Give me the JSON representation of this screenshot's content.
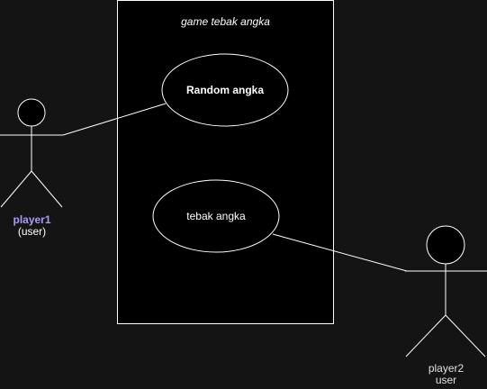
{
  "system": {
    "title": "game tebak angka"
  },
  "use_cases": [
    {
      "id": "random-angka",
      "label": "Random angka"
    },
    {
      "id": "tebak-angka",
      "label": "tebak angka"
    }
  ],
  "actors": [
    {
      "id": "player1",
      "name": "player1",
      "role": "(user)"
    },
    {
      "id": "player2",
      "name": "player2",
      "role": "user"
    }
  ],
  "colors": {
    "background": "#141414",
    "stroke": "#ffffff",
    "system_fill": "#000000",
    "actor1_name": "#a99df0",
    "text": "#ffffff"
  }
}
